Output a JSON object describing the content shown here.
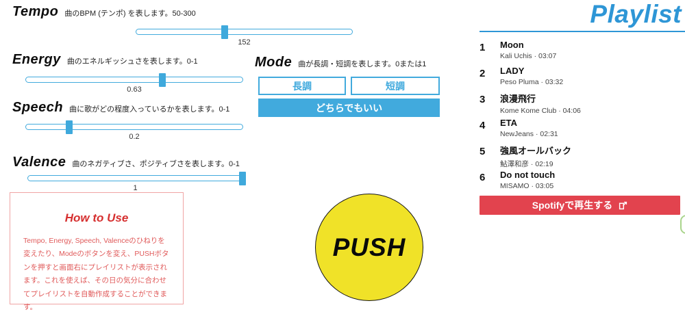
{
  "sliders": [
    {
      "label": "Tempo",
      "description": "曲のBPM (テンポ) を表します。50-300",
      "value": "152",
      "fraction": 0.41
    },
    {
      "label": "Energy",
      "description": "曲のエネルギッシュさを表します。0-1",
      "value": "0.63",
      "fraction": 0.63
    },
    {
      "label": "Speech",
      "description": "曲に歌がどの程度入っているかを表します。0-1",
      "value": "0.2",
      "fraction": 0.2
    },
    {
      "label": "Valence",
      "description": "曲のネガティブさ、ポジティブさを表します。0-1",
      "value": "1",
      "fraction": 1
    }
  ],
  "mode": {
    "label": "Mode",
    "description": "曲が長調・短調を表します。0または1",
    "major_label": "長調",
    "minor_label": "短調",
    "either_label": "どちらでもいい"
  },
  "how_to_use": {
    "title": "How to Use",
    "body": "Tempo, Energy, Speech, Valenceのひねりを変えたり、Modeのボタンを変え、PUSHボタンを押すと画面右にプレイリストが表示されます。これを使えば、その日の気分に合わせてプレイリストを自動作成することができます。"
  },
  "push_button": {
    "label": "PUSH"
  },
  "playlist": {
    "title": "Playlist",
    "tracks": [
      {
        "index": "1",
        "title": "Moon",
        "artist_time": "Kali Uchis · 03:07"
      },
      {
        "index": "2",
        "title": "LADY",
        "artist_time": "Peso Pluma · 03:32"
      },
      {
        "index": "3",
        "title": "浪漫飛行",
        "artist_time": "Kome Kome Club · 04:06"
      },
      {
        "index": "4",
        "title": "ETA",
        "artist_time": "NewJeans · 02:31"
      },
      {
        "index": "5",
        "title": "強風オールバック",
        "artist_time": "鮎澤和彦 · 02:19"
      },
      {
        "index": "6",
        "title": "Do not touch",
        "artist_time": "MISAMO · 03:05"
      }
    ],
    "spotify_button_label": "Spotifyで再生する"
  },
  "colors": {
    "accent_blue": "#41aadd",
    "playlist_blue": "#2e96d6",
    "spotify_red": "#e2434e",
    "push_yellow": "#f0e228",
    "howto_red": "#e05a5a",
    "edge_green": "#a9d48b"
  }
}
